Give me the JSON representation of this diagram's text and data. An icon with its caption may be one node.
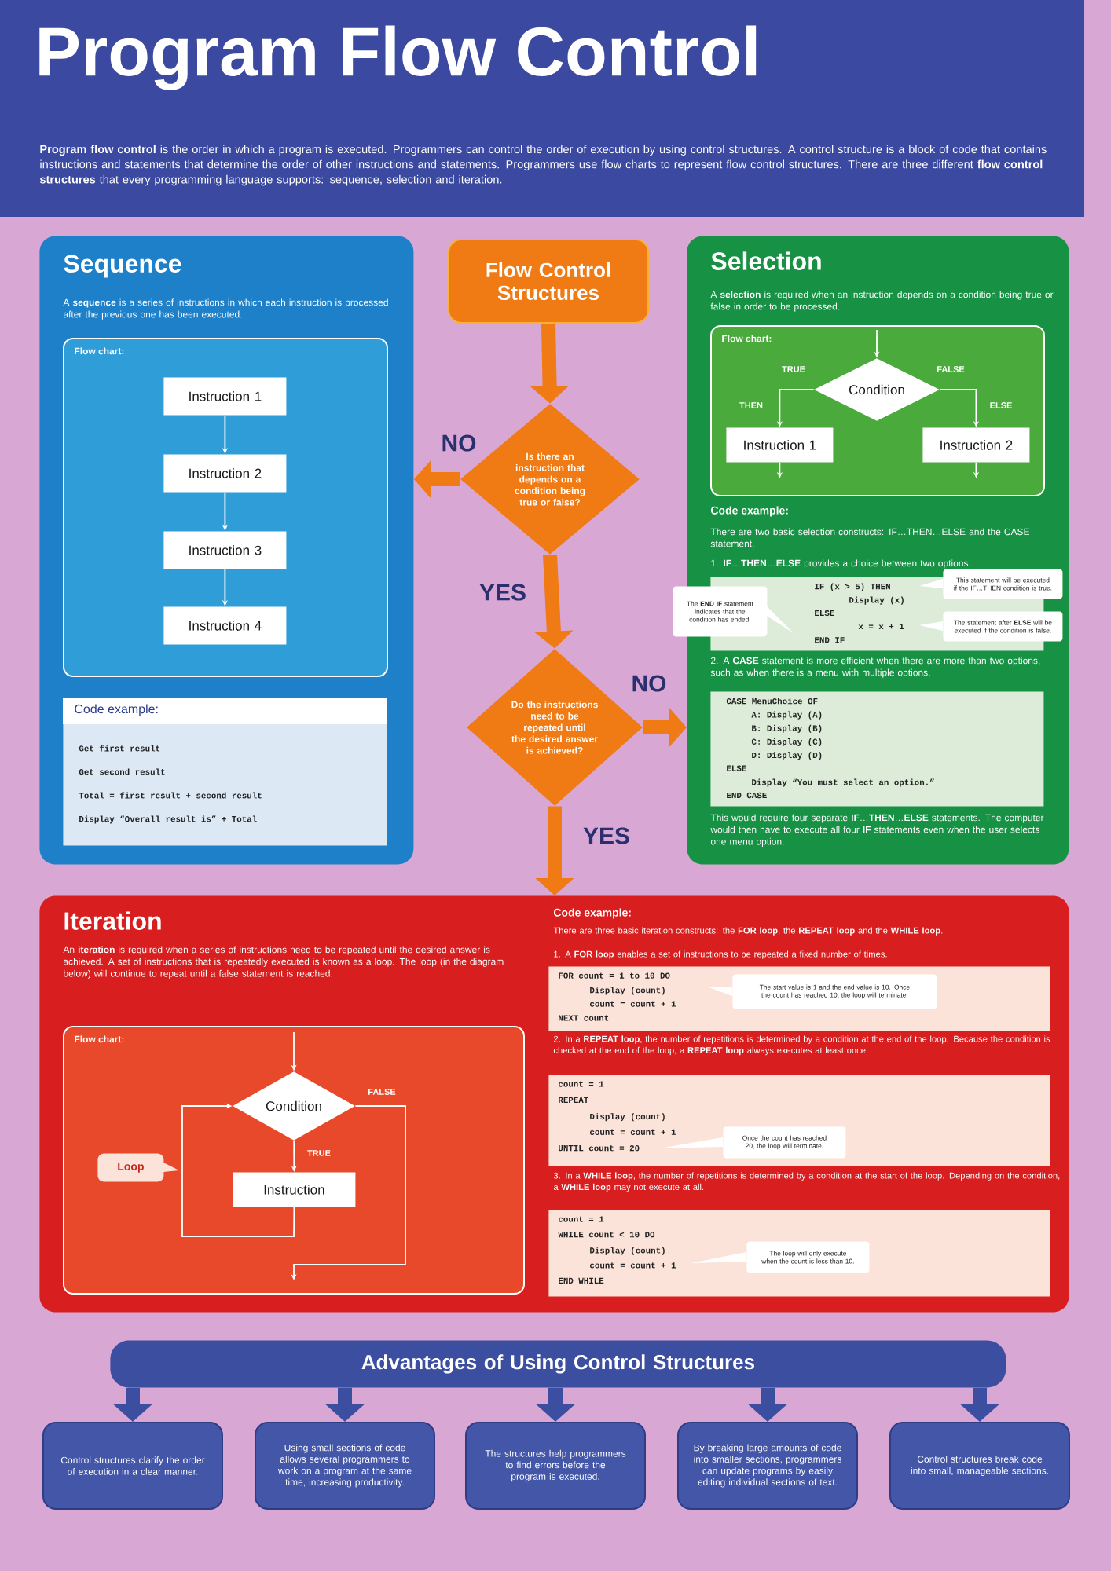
{
  "diagram": {
    "title": "Program Flow Control",
    "nodes": [
      {
        "text": [
          "Flow Control Structures"
        ]
      },
      {
        "text": [
          "Is there an instruction that depends on a condition being true or false?"
        ]
      },
      {
        "text": [
          "Do the instructions need to be repeated until the desired answer is achieved?"
        ]
      },
      {
        "text": [
          "Sequence",
          "A **sequence** is a series of instructions in which each instruction is processed after the previous one has been executed."
        ]
      },
      {
        "text": [
          "Flow chart:"
        ],
        "in": 3
      },
      {
        "text": [
          "Instruction 1"
        ],
        "in": 4
      },
      {
        "text": [
          "Instruction 2"
        ],
        "in": 4
      },
      {
        "text": [
          "Instruction 3"
        ],
        "in": 4
      },
      {
        "text": [
          "Instruction 4"
        ],
        "in": 4
      },
      {
        "text": [
          "Code example:",
          "Get first result",
          "Get second result",
          "Total = first result + second result",
          "Display “Overall result is” + Total"
        ],
        "in": 3
      },
      {
        "text": [
          "Selection",
          "A **selection** is required when an instruction depends on a condition being true or false in order to be processed.",
          "Code example:",
          "There are two basic selection constructs: IF…THEN…ELSE and the CASE statement.",
          "1. **IF**…**THEN**…**ELSE** provides a choice between two options.",
          "2. A **CASE** statement is more efficient when there are more than two options, such as when there is a menu with multiple options.",
          "This would require four separate **IF**…**THEN**…**ELSE** statements. The computer would then have to execute all four **IF** statements even when the user selects one menu option."
        ]
      },
      {
        "text": [
          "Flow chart:"
        ],
        "in": 10
      },
      {
        "text": [
          "Condition"
        ],
        "in": 11
      },
      {
        "text": [
          "Instruction 1"
        ],
        "in": 11
      },
      {
        "text": [
          "Instruction 2"
        ],
        "in": 11
      },
      {
        "text": [
          "IF (x > 5) THEN",
          "Display (x)",
          "ELSE",
          "x = x + 1",
          "END IF"
        ],
        "in": 10
      },
      {
        "text": [
          "The **END IF** statement indicates that the condition has ended."
        ]
      },
      {
        "text": [
          "This statement will be executed if the IF…THEN condition is true."
        ],
        "in": 10
      },
      {
        "text": [
          "The statement after **ELSE** will be executed if the condition is false."
        ],
        "in": 10
      },
      {
        "text": [
          "CASE MenuChoice OF",
          "A: Display (A)",
          "B: Display (B)",
          "C: Display (C)",
          "D: Display (D)",
          "ELSE",
          "Display “You must select an option.”",
          "END CASE"
        ],
        "in": 10
      },
      {
        "text": [
          "Iteration",
          "An **iteration** is required when a series of instructions need to be repeated until the desired answer is achieved. A set of instructions that is repeatedly executed is known as a loop. The loop (in the diagram below) will continue to repeat until a false statement is reached.",
          "Code example:",
          "There are three basic iteration constructs: the **FOR loop**, the **REPEAT loop** and the **WHILE loop**.",
          "1. A **FOR loop** enables a set of instructions to be repeated a fixed number of times.",
          "2. In a **REPEAT loop**, the number of repetitions is determined by a condition at the end of the loop. Because the condition is checked at the end of the loop, a **REPEAT loop** always executes at least once.",
          "3. In a **WHILE loop**, the number of repetitions is determined by a condition at the start of the loop. Depending on the condition, a **WHILE loop** may not execute at all."
        ]
      },
      {
        "text": [
          "Flow chart:"
        ],
        "in": 20
      },
      {
        "text": [
          "Condition"
        ],
        "in": 21
      },
      {
        "text": [
          "Instruction"
        ],
        "in": 21
      },
      {
        "text": [
          "Loop"
        ],
        "in": 21
      },
      {
        "text": [
          "FOR count = 1 to 10 DO",
          "Display (count)",
          "count = count + 1",
          "NEXT count"
        ],
        "in": 20
      },
      {
        "text": [
          "The start value is 1 and the end value is 10. Once the count has reached 10, the loop will terminate."
        ],
        "in": 25
      },
      {
        "text": [
          "count = 1",
          "REPEAT",
          "Display (count)",
          "count = count + 1",
          "UNTIL count = 20"
        ],
        "in": 20
      },
      {
        "text": [
          "Once the count has reached 20, the loop will terminate."
        ],
        "in": 27
      },
      {
        "text": [
          "count = 1",
          "WHILE count < 10 DO",
          "Display (count)",
          "count = count + 1",
          "END WHILE"
        ],
        "in": 20
      },
      {
        "text": [
          "The loop will only execute when the count is less than 10."
        ],
        "in": 29
      },
      {
        "text": [
          "Advantages of Using Control Structures"
        ]
      },
      {
        "text": [
          "Control structures clarify the order of execution in a clear manner."
        ]
      },
      {
        "text": [
          "Using small sections of code allows several programmers to work on a program at the same time, increasing productivity."
        ]
      },
      {
        "text": [
          "The structures help programmers to find errors before the program is executed."
        ]
      },
      {
        "text": [
          "By breaking large amounts of code into smaller sections, programmers can update programs by easily editing individual sections of text."
        ]
      },
      {
        "text": [
          "Control structures break code into small, manageable sections."
        ]
      }
    ],
    "edges": [
      {
        "from": 0,
        "to": 1,
        "arrow": "to",
        "style": "thick",
        "color": "#f07a14"
      },
      {
        "from": 1,
        "to": 3,
        "arrow": "to",
        "label": "NO",
        "style": "thick",
        "color": "#f07a14"
      },
      {
        "from": 1,
        "to": 2,
        "arrow": "to",
        "label": "YES",
        "style": "thick",
        "color": "#f07a14"
      },
      {
        "from": 2,
        "to": 10,
        "arrow": "to",
        "label": "NO",
        "style": "thick",
        "color": "#f07a14"
      },
      {
        "from": 2,
        "to": 20,
        "arrow": "to",
        "label": "YES",
        "style": "thick",
        "color": "#f07a14"
      },
      {
        "from": 5,
        "to": 6,
        "arrow": "to"
      },
      {
        "from": 6,
        "to": 7,
        "arrow": "to"
      },
      {
        "from": 7,
        "to": 8,
        "arrow": "to"
      },
      {
        "from": null,
        "to": 12,
        "arrow": "to"
      },
      {
        "from": 12,
        "to": 13,
        "arrow": "to",
        "label": "TRUE"
      },
      {
        "from": 12,
        "to": 14,
        "arrow": "to",
        "label": "FALSE"
      },
      {
        "from": 13,
        "to": null,
        "arrow": "to"
      },
      {
        "from": 14,
        "to": null,
        "arrow": "to"
      },
      {
        "from": null,
        "to": 22,
        "arrow": "to"
      },
      {
        "from": 22,
        "to": 23,
        "arrow": "to",
        "label": "TRUE"
      },
      {
        "from": 23,
        "to": 22,
        "arrow": "to"
      },
      {
        "from": 22,
        "to": null,
        "arrow": "to",
        "label": "FALSE"
      },
      {
        "from": 31,
        "to": 32,
        "arrow": "to",
        "style": "thick",
        "color": "#3b4ea0"
      },
      {
        "from": 31,
        "to": 33,
        "arrow": "to",
        "style": "thick",
        "color": "#3b4ea0"
      },
      {
        "from": 31,
        "to": 34,
        "arrow": "to",
        "style": "thick",
        "color": "#3b4ea0"
      },
      {
        "from": 31,
        "to": 35,
        "arrow": "to",
        "style": "thick",
        "color": "#3b4ea0"
      },
      {
        "from": 31,
        "to": 36,
        "arrow": "to",
        "style": "thick",
        "color": "#3b4ea0"
      }
    ],
    "labels": [
      "**Program flow control** is the order in which a program is executed. Programmers can control the order of execution by using control structures. A control structure is a block of code that contains instructions and statements that determine the order of other instructions and statements. Programmers use flow charts to represent flow control structures. There are three different **flow control structures** that every programming language supports: sequence, selection and iteration.",
      "THEN",
      "ELSE"
    ]
  }
}
